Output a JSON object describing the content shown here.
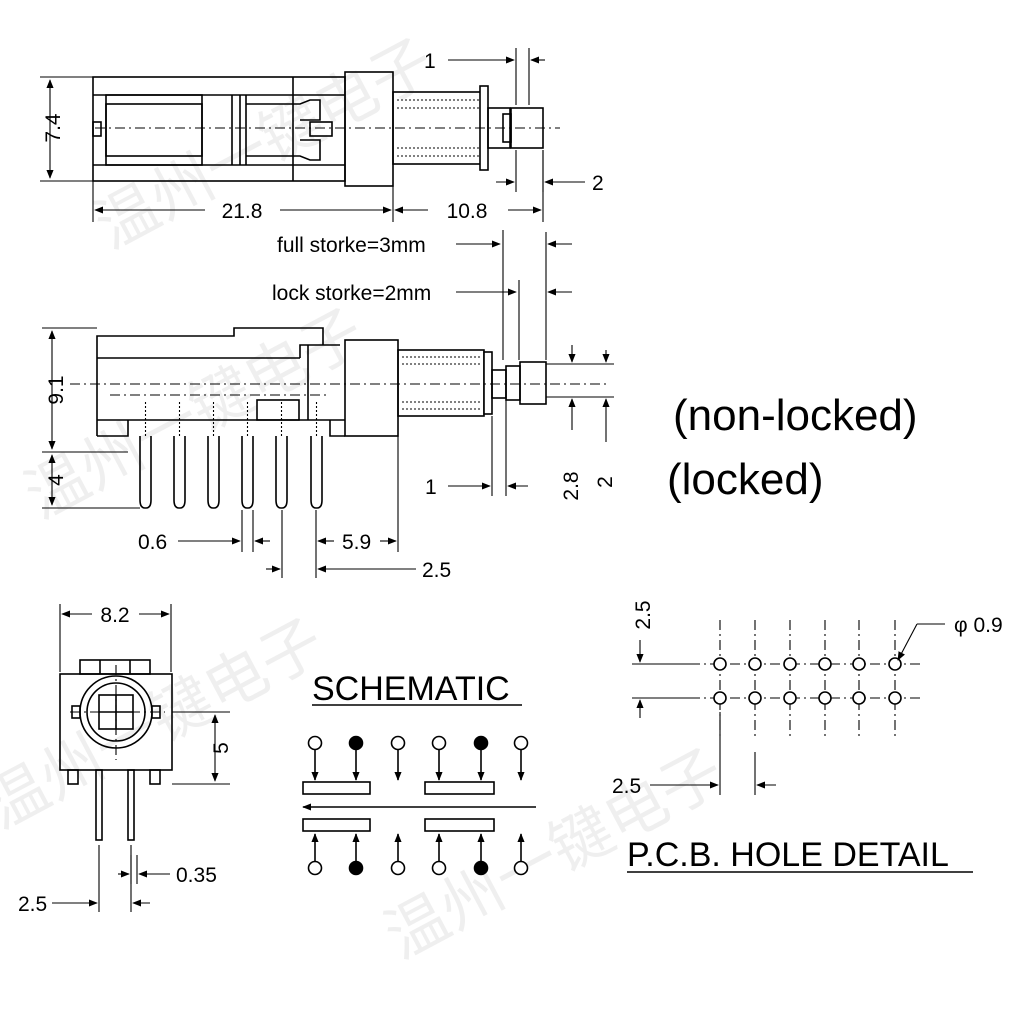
{
  "watermark": "温州一键电子",
  "dimensions": {
    "top_height": "7.4",
    "top_tab": "1",
    "top_stroke": "2",
    "body_length": "21.8",
    "plunger_length": "10.8",
    "full_stroke": "full storke=3mm",
    "lock_stroke": "lock storke=2mm",
    "side_height": "9.1",
    "pin_length": "4",
    "side_tab": "1",
    "locked_travel": "2.8",
    "nonlocked_travel": "2",
    "pin_width": "0.6",
    "pin_offset": "5.9",
    "pin_pitch": "2.5",
    "end_width": "8.2",
    "end_height": "5",
    "end_pin_thickness": "0.35",
    "end_pin_pitch": "2.5",
    "pcb_row_pitch": "2.5",
    "pcb_hole_diameter": "φ 0.9",
    "pcb_col_pitch": "2.5"
  },
  "labels": {
    "non_locked": "(non-locked)",
    "locked": "(locked)",
    "schematic": "SCHEMATIC",
    "pcb_hole_detail": "P.C.B. HOLE DETAIL"
  },
  "pcb": {
    "rows": 2,
    "columns": 6
  },
  "schematic": {
    "top_terminals": [
      "open",
      "filled",
      "open",
      "open",
      "filled",
      "open"
    ],
    "bottom_terminals": [
      "open",
      "filled",
      "open",
      "open",
      "filled",
      "open"
    ]
  }
}
